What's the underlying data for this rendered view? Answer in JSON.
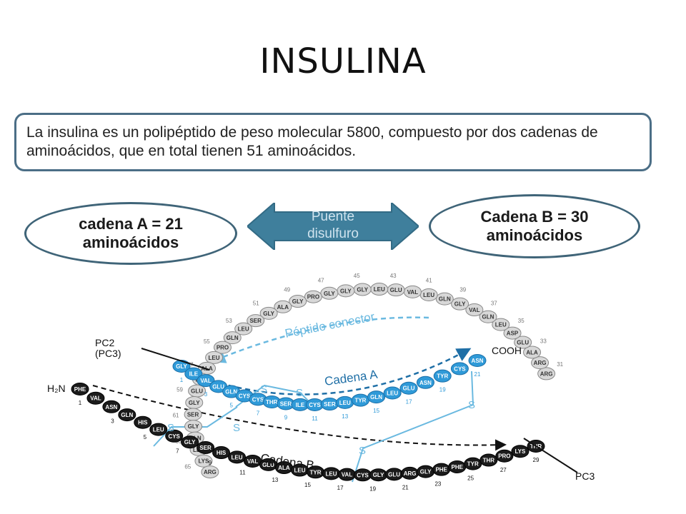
{
  "title": "INSULINA",
  "intro": "La insulina es un polipéptido de peso molecular 5800,  compuesto por dos cadenas de aminoácidos, que en total tienen 51 aminoácidos.",
  "chain_a_box": {
    "line1": "cadena  A = 21",
    "line2": "aminoácidos"
  },
  "chain_b_box": {
    "line1": "Cadena B = 30",
    "line2": "aminoácidos"
  },
  "bridge": {
    "line1": "Puente",
    "line2": "disulfuro"
  },
  "colors": {
    "frame": "#3f6478",
    "arrow": "#3f7f9c",
    "chain_a": "#2f9ad8",
    "chain_b": "#1b1b1b",
    "peptide": "#d8d8d8",
    "link": "#6ab9e0"
  },
  "diagram": {
    "labels": {
      "pc2": "PC2",
      "pc3_paren": "(PC3)",
      "pc3": "PC3",
      "h2n": "H₂N",
      "cooh": "COOH",
      "peptido": "Péptido conector",
      "cadena_a": "Cadena A",
      "cadena_b": "Cadena B",
      "s": "S"
    },
    "chain_a": [
      "GLY",
      "ILE",
      "VAL",
      "GLU",
      "GLN",
      "CYS",
      "CYS",
      "THR",
      "SER",
      "ILE",
      "CYS",
      "SER",
      "LEU",
      "TYR",
      "GLN",
      "LEU",
      "GLU",
      "ASN",
      "TYR",
      "CYS",
      "ASN"
    ],
    "chain_a_numbers": [
      "1",
      "3",
      "5",
      "7",
      "9",
      "11",
      "13",
      "15",
      "17",
      "19",
      "21"
    ],
    "chain_b": [
      "PHE",
      "VAL",
      "ASN",
      "GLN",
      "HIS",
      "LEU",
      "CYS",
      "GLY",
      "SER",
      "HIS",
      "LEU",
      "VAL",
      "GLU",
      "ALA",
      "LEU",
      "TYR",
      "LEU",
      "VAL",
      "CYS",
      "GLY",
      "GLU",
      "ARG",
      "GLY",
      "PHE",
      "PHE",
      "TYR",
      "THR",
      "PRO",
      "LYS",
      "THR"
    ],
    "chain_b_numbers": [
      "1",
      "3",
      "5",
      "7",
      "9",
      "11",
      "13",
      "15",
      "17",
      "19",
      "21",
      "23",
      "25",
      "27",
      "29"
    ],
    "peptide": [
      "ARG",
      "ARG",
      "ALA",
      "GLU",
      "ASP",
      "LEU",
      "GLN",
      "VAL",
      "GLY",
      "GLN",
      "LEU",
      "VAL",
      "GLU",
      "LEU",
      "GLY",
      "GLY",
      "GLY",
      "PRO",
      "GLY",
      "ALA",
      "GLY",
      "SER",
      "LEU",
      "GLN",
      "PRO",
      "LEU",
      "ALA",
      "LEU",
      "GLU",
      "GLY",
      "SER",
      "GLY",
      "GLN",
      "LEU",
      "LYS",
      "ARG"
    ],
    "peptide_numbers": [
      "31",
      "33",
      "35",
      "37",
      "39",
      "41",
      "43",
      "45",
      "47",
      "49",
      "51",
      "53",
      "55",
      "57",
      "59",
      "61",
      "63",
      "65"
    ]
  }
}
